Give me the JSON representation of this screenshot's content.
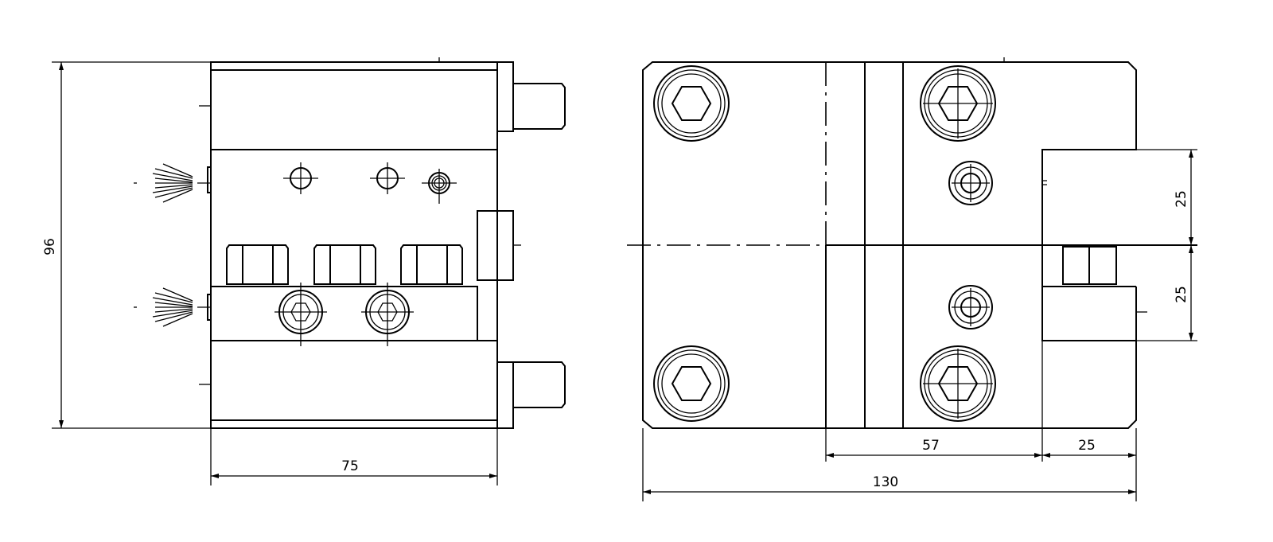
{
  "dimensions": {
    "height_left": "96",
    "width_left": "75",
    "upper_offset": "25",
    "lower_offset": "25",
    "middle_span": "57",
    "right_span": "25",
    "total_width": "130"
  },
  "colors": {
    "line": "#000000",
    "background": "#ffffff"
  }
}
